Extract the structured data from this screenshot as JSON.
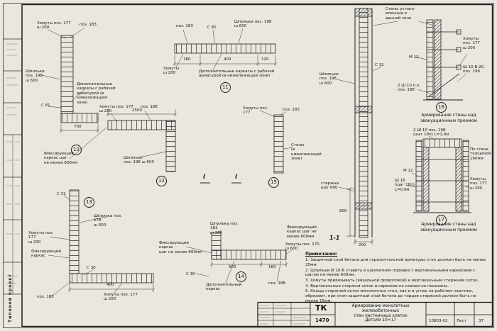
{
  "left_strip": {
    "vertical_label": "Типовой проект"
  },
  "details": {
    "d10": {
      "num": "10",
      "lbl_khomuty": "Хомуты поз. 177\nш 200",
      "lbl_poz183": "поз. 183",
      "lbl_shpilki": "Шпильки\nпоз. 198\nш 600",
      "lbl_dop": "Дополнительные каркасы с рабочей арматурой (в нижележащей зоне)",
      "lbl_c81": "С 81",
      "dim": "700"
    },
    "d11": {
      "num": "11",
      "lbl_poz183": "поз. 183",
      "lbl_c80": "С 80",
      "lbl_shpilki": "Шпильки поз. 198\nш 600",
      "lbl_khomuty": "Хомуты\nш 200",
      "lbl_dop": "Дополнительные каркасы с рабочей\nарматурой (в нижележащей зоне)",
      "dims": [
        "180",
        "400",
        "120"
      ]
    },
    "d12": {
      "num": "12",
      "lbl_khomuty": "Хомуты поз. 177\nш 200",
      "lbl_poz188": "поз. 188",
      "dim": "2500",
      "lbl_shpilki": "Шпильки\nпоз. 198 ш 600",
      "lbl_fixing": "Фиксирующий\nкаркас шаг\nне менее 600мм"
    },
    "d13": {
      "num": "13",
      "lbl_c31": "С 31",
      "lbl_shpilka": "Шпилька поз. 178\nш 600",
      "lbl_khomuty": "Хомуты поз. 177\nш 200",
      "lbl_fixing": "Фиксирующий\nкаркас",
      "lbl_c30": "С 30",
      "lbl_poz183": "поз. 183",
      "lbl_khomuty2": "Хомуты поз. 177\nш 200",
      "dim": "400"
    },
    "d14": {
      "num": "14",
      "lbl_shpilka": "Шпилька поз. 183\nш 200",
      "lbl_fixing1": "Фиксирующий каркас\nшаг не менее 600мм",
      "lbl_fixing2": "Фиксирующий\nкаркас шаг не\nменее 600мм",
      "lbl_khomuty": "Хомуты поз. 170\nш 600",
      "lbl_c30": "С 30",
      "lbl_dop": "Дополнительный\nкаркас",
      "lbl_poz188": "поз. 188",
      "dims": [
        "500",
        "160"
      ]
    },
    "d15": {
      "num": "15",
      "lbl_khomuty": "Хомуты поз. 177",
      "lbl_poz183": "поз. 183",
      "lbl_steny": "Стены\n(в нижележащей\nзоне)"
    },
    "d16": {
      "num": "16",
      "caption": "Армирование стены над\nэвакуационным проемом",
      "lbl_m12": "М 12",
      "lbl_khomuty": "Хомуты\nпоз. 177\nш 200",
      "lbl_sh10": "Ш 10 В-20,\nпоз. 198",
      "lbl_2sh10": "2 Ш 10 п.п.\nпоз. 188"
    },
    "d17": {
      "num": "17",
      "caption": "Армирование стены над\nэвакуационным проемом",
      "lbl_2sh10": "2 Ш 10 поз. 198\n(шаг 18п) L=1,9м",
      "lbl_m12": "М 12",
      "lbl_sh16": "Ш 16\n(шаг 18п)\nL=0,9м",
      "lbl_khomuty": "Хомуты\nпоз. 177\nш 200",
      "lbl_po_stene": "По стене\nтолщиной\n160мм"
    },
    "sec": {
      "label": "1-1",
      "lbl_steny": "Стены устано-\nвленные в\nданной зоне",
      "lbl_c31": "С 31",
      "lbl_shpilki": "Шпильки\nпоз. 198\nш 600",
      "lbl_sterzhni": "стержни\nшаг 600",
      "dim_800": "800",
      "dim_200": "200"
    }
  },
  "sec_marks": {
    "left": "I",
    "right": "I"
  },
  "notes": {
    "header": "Примечания:",
    "items": [
      "1. Защитный слой бетона для горизонтальной арматуры стен должен быть не менее 25мм.",
      "2. Шпильки Ø 10-Б ставить в шахматном порядке с вертикальными каркасами с шагом не менее 600мм.",
      "3. Хомуты привязывать (вязальной проволокой) к вертикальным стержням сеток.",
      "4. Вертикальные стержни сеток и каркасов на схемах не показаны.",
      "5. Концы стержней сеток монолитных стен, как и в углах на рабочем чертеже, обрезают, при этом защитный слой бетона до торцов стержней должен быть не менее 15мм."
    ]
  },
  "title_block": {
    "code": "ТК",
    "number": "1470",
    "title": "Армирование монолитных железобетонных\nстен лестничных клеток",
    "subtitle": "Детали 10÷17",
    "doc": "10803-02",
    "sheet_label": "Лист",
    "sheet": "37"
  }
}
